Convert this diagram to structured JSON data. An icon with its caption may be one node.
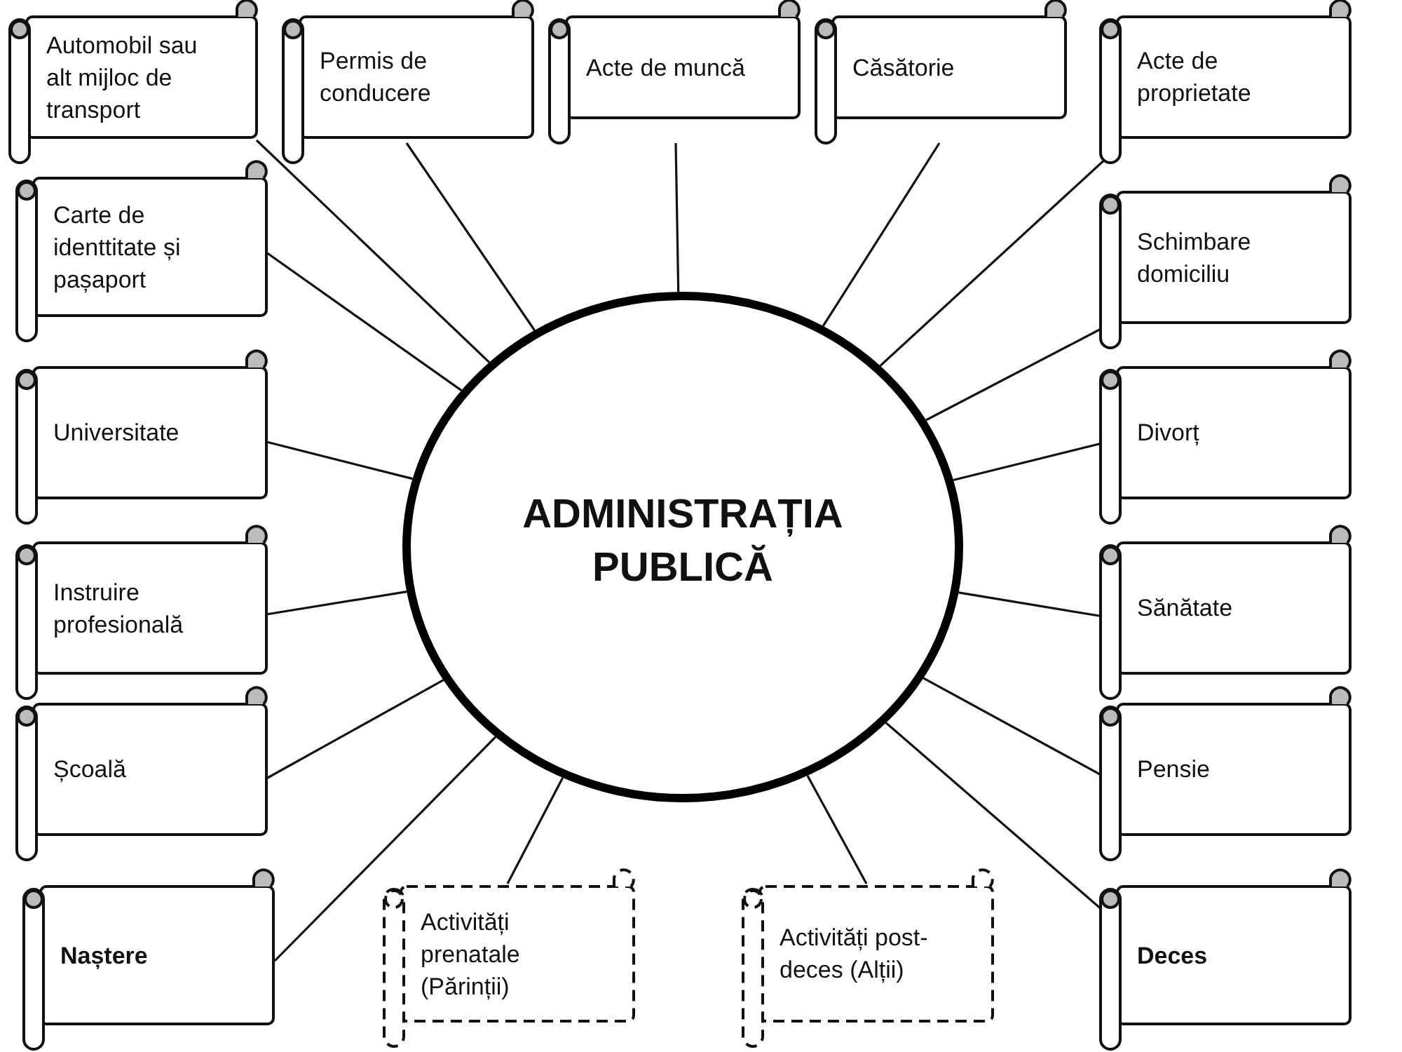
{
  "diagram": {
    "nodes": [
      {
        "text": [
          "ADMINISTRAȚIA PUBLICĂ"
        ]
      },
      {
        "text": [
          "Automobil sau alt mijloc de transport"
        ]
      },
      {
        "text": [
          "Permis de conducere"
        ]
      },
      {
        "text": [
          "Acte de muncă"
        ]
      },
      {
        "text": [
          "Căsătorie"
        ]
      },
      {
        "text": [
          "Acte de proprietate"
        ]
      },
      {
        "text": [
          "Carte de identtitate și pașaport"
        ]
      },
      {
        "text": [
          "Schimbare domiciliu"
        ]
      },
      {
        "text": [
          "Universitate"
        ]
      },
      {
        "text": [
          "Divorț"
        ]
      },
      {
        "text": [
          "Instruire profesională"
        ]
      },
      {
        "text": [
          "Sănătate"
        ]
      },
      {
        "text": [
          "Școală"
        ]
      },
      {
        "text": [
          "Pensie"
        ]
      },
      {
        "text": [
          "Naștere"
        ]
      },
      {
        "text": [
          "Activități prenatale (Părinții)"
        ]
      },
      {
        "text": [
          "Activități post-deces (Alții)"
        ]
      },
      {
        "text": [
          "Deces"
        ]
      }
    ],
    "edges": [
      {
        "from": 0,
        "to": 1,
        "arrow": "none"
      },
      {
        "from": 0,
        "to": 2,
        "arrow": "none"
      },
      {
        "from": 0,
        "to": 3,
        "arrow": "none"
      },
      {
        "from": 0,
        "to": 4,
        "arrow": "none"
      },
      {
        "from": 0,
        "to": 5,
        "arrow": "none"
      },
      {
        "from": 0,
        "to": 6,
        "arrow": "none"
      },
      {
        "from": 0,
        "to": 7,
        "arrow": "none"
      },
      {
        "from": 0,
        "to": 8,
        "arrow": "none"
      },
      {
        "from": 0,
        "to": 9,
        "arrow": "none"
      },
      {
        "from": 0,
        "to": 10,
        "arrow": "none"
      },
      {
        "from": 0,
        "to": 11,
        "arrow": "none"
      },
      {
        "from": 0,
        "to": 12,
        "arrow": "none"
      },
      {
        "from": 0,
        "to": 13,
        "arrow": "none"
      },
      {
        "from": 0,
        "to": 14,
        "arrow": "none"
      },
      {
        "from": 0,
        "to": 15,
        "arrow": "none"
      },
      {
        "from": 0,
        "to": 16,
        "arrow": "none"
      },
      {
        "from": 0,
        "to": 17,
        "arrow": "none"
      }
    ]
  }
}
